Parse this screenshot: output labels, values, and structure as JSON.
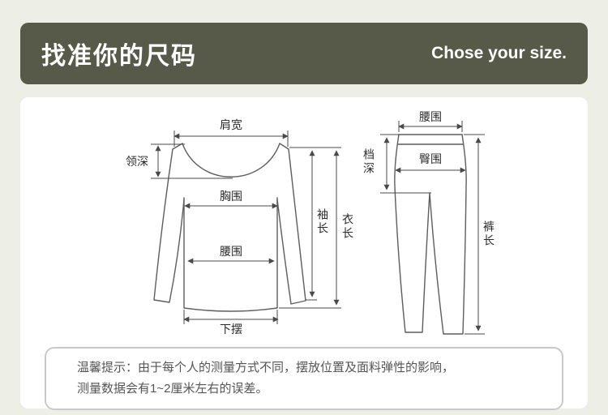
{
  "page": {
    "background": "#edefe6"
  },
  "header": {
    "title": "找准你的尺码",
    "subtitle": "Chose your size.",
    "background": "#575a48",
    "text_color": "#ffffff"
  },
  "diagram": {
    "shirt": {
      "shoulder_width": "肩宽",
      "neck_depth": "领深",
      "chest": "胸围",
      "waist": "腰围",
      "hem": "下摆",
      "sleeve_length": "袖长",
      "garment_length": "衣长"
    },
    "pants": {
      "waist": "腰围",
      "crotch_depth": "档深",
      "hip": "臀围",
      "pants_length": "裤长"
    }
  },
  "notice": {
    "line1": "温馨提示：由于每个人的测量方式不同，摆放位置及面料弹性的影响，",
    "line2": "测量数据会有1~2厘米左右的误差。"
  }
}
